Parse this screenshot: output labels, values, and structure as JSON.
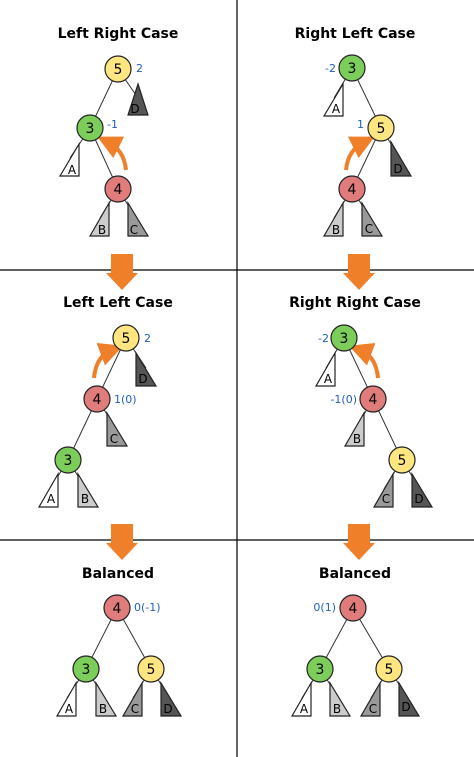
{
  "colors": {
    "node_5": "#ffe680",
    "node_3": "#7ccd5a",
    "node_4": "#e07c7c",
    "sub_A": "#ffffff",
    "sub_B": "#cccccc",
    "sub_C": "#999999",
    "sub_D": "#555555",
    "arrow": "#f07f2a",
    "balance_text": "#1f5fbf"
  },
  "panels": [
    {
      "id": "left-right",
      "title": "Left Right Case",
      "nodes": {
        "5": "5",
        "3": "3",
        "4": "4"
      },
      "subtrees": {
        "A": "A",
        "B": "B",
        "C": "C",
        "D": "D"
      },
      "balances": {
        "5": "2",
        "3": "-1"
      }
    },
    {
      "id": "right-left",
      "title": "Right Left Case",
      "nodes": {
        "3": "3",
        "5": "5",
        "4": "4"
      },
      "subtrees": {
        "A": "A",
        "B": "B",
        "C": "C",
        "D": "D"
      },
      "balances": {
        "3": "-2",
        "5": "1"
      }
    },
    {
      "id": "left-left",
      "title": "Left Left Case",
      "nodes": {
        "5": "5",
        "4": "4",
        "3": "3"
      },
      "subtrees": {
        "A": "A",
        "B": "B",
        "C": "C",
        "D": "D"
      },
      "balances": {
        "5": "2",
        "4": "1(0)"
      }
    },
    {
      "id": "right-right",
      "title": "Right Right Case",
      "nodes": {
        "3": "3",
        "4": "4",
        "5": "5"
      },
      "subtrees": {
        "A": "A",
        "B": "B",
        "C": "C",
        "D": "D"
      },
      "balances": {
        "3": "-2",
        "4": "-1(0)"
      }
    },
    {
      "id": "balanced-left",
      "title": "Balanced",
      "nodes": {
        "4": "4",
        "3": "3",
        "5": "5"
      },
      "subtrees": {
        "A": "A",
        "B": "B",
        "C": "C",
        "D": "D"
      },
      "balances": {
        "4": "0(-1)"
      }
    },
    {
      "id": "balanced-right",
      "title": "Balanced",
      "nodes": {
        "4": "4",
        "3": "3",
        "5": "5"
      },
      "subtrees": {
        "A": "A",
        "B": "B",
        "C": "C",
        "D": "D"
      },
      "balances": {
        "4": "0(1)"
      }
    }
  ]
}
